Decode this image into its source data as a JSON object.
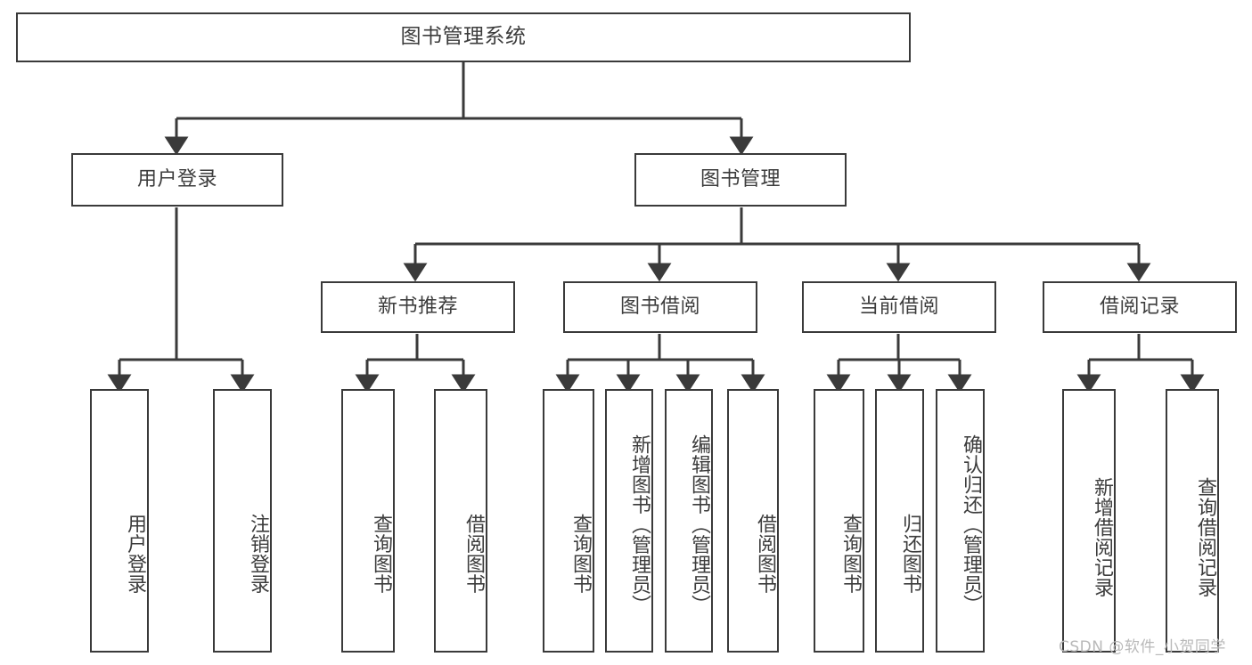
{
  "diagram": {
    "type": "tree-hierarchy",
    "title": "图书管理系统",
    "watermark": "CSDN @软件_小贺同学",
    "colors": {
      "background": "#ffffff",
      "box_border": "#3a3a3a",
      "box_fill": "#ffffff",
      "text": "#3c3c3c",
      "edge": "#3a3a3a",
      "watermark_text": "#b9b9b9"
    },
    "levels": {
      "root_label": "图书管理系统",
      "level1": [
        "用户登录",
        "图书管理"
      ],
      "level2": [
        "新书推荐",
        "图书借阅",
        "当前借阅",
        "借阅记录"
      ]
    },
    "nodes": {
      "root": {
        "label": "图书管理系统"
      },
      "user_login": {
        "label": "用户登录"
      },
      "book_manage": {
        "label": "图书管理"
      },
      "new_book_rec": {
        "label": "新书推荐"
      },
      "book_borrow": {
        "label": "图书借阅"
      },
      "current_borrow": {
        "label": "当前借阅"
      },
      "borrow_record": {
        "label": "借阅记录"
      },
      "leaf_user_login": {
        "label": "用户登录"
      },
      "leaf_user_logout": {
        "label": "注销登录"
      },
      "leaf_query_book_1": {
        "label": "查询图书"
      },
      "leaf_borrow_book_1": {
        "label": "借阅图书"
      },
      "leaf_query_book_2": {
        "label": "查询图书"
      },
      "leaf_add_book": {
        "label": "新增图书（管理员）"
      },
      "leaf_edit_book": {
        "label": "编辑图书（管理员）"
      },
      "leaf_borrow_book_2": {
        "label": "借阅图书"
      },
      "leaf_query_book_3": {
        "label": "查询图书"
      },
      "leaf_return_book": {
        "label": "归还图书"
      },
      "leaf_confirm_return": {
        "label": "确认归还（管理员）"
      },
      "leaf_add_record": {
        "label": "新增借阅记录"
      },
      "leaf_query_record": {
        "label": "查询借阅记录"
      }
    }
  }
}
